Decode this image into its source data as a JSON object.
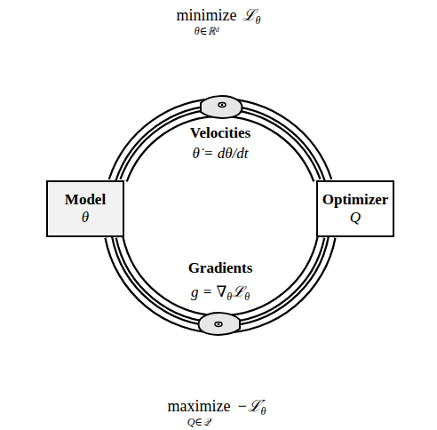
{
  "diagram": {
    "nodes": [
      {
        "text": [
          "Model",
          "θ"
        ]
      },
      {
        "text": [
          "Optimizer",
          "Q"
        ]
      }
    ],
    "edges": [
      {
        "from": 0,
        "to": 1,
        "arrow": "none",
        "label": "Velocities"
      },
      {
        "from": 0,
        "to": 1,
        "arrow": "none",
        "label": "Gradients"
      }
    ],
    "labels": [
      "minimize",
      "θ∈ℝᵈ",
      "ℒ",
      "θ",
      "θ̇ = dθ/dt",
      "g = ∇",
      "θ",
      "ℒ",
      "θ",
      "maximize",
      "Q∈𝒬",
      "−ℒ̇",
      "θ"
    ]
  }
}
